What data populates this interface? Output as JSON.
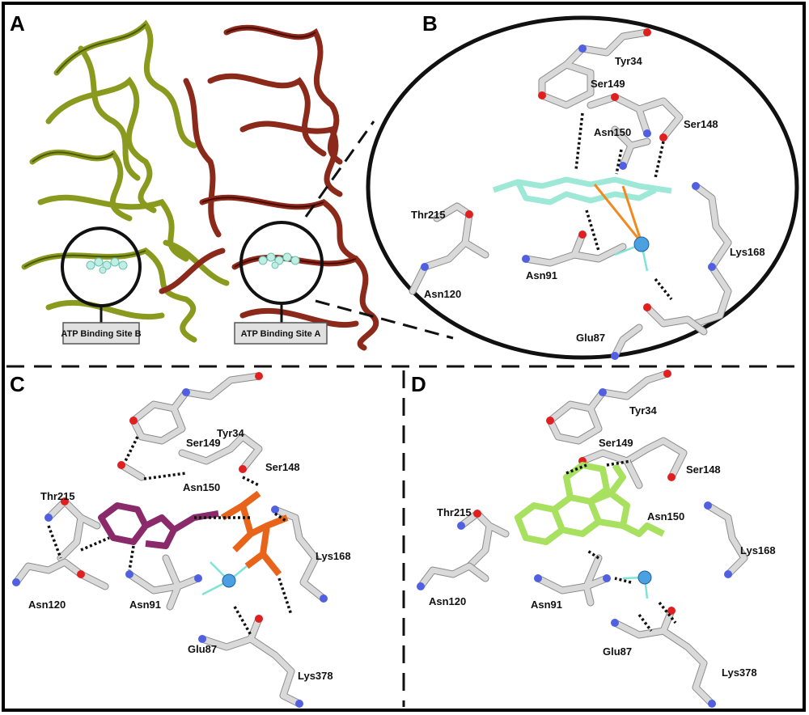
{
  "figure": {
    "panels": [
      {
        "id": "A",
        "letter": "A",
        "site_labels": [
          "ATP Binding Site B",
          "ATP Binding Site A"
        ]
      },
      {
        "id": "B",
        "letter": "B",
        "residues": [
          "Tyr34",
          "Ser149",
          "Ser148",
          "Asn150",
          "Thr215",
          "Lys168",
          "Asn91",
          "Asn120",
          "Glu87"
        ]
      },
      {
        "id": "C",
        "letter": "C",
        "residues": [
          "Tyr34",
          "Ser149",
          "Ser148",
          "Asn150",
          "Thr215",
          "Lys168",
          "Asn120",
          "Asn91",
          "Glu87",
          "Lys378"
        ]
      },
      {
        "id": "D",
        "letter": "D",
        "residues": [
          "Tyr34",
          "Ser149",
          "Ser148",
          "Thr215",
          "Asn150",
          "Lys168",
          "Asn120",
          "Asn91",
          "Glu87",
          "Lys378"
        ]
      }
    ],
    "colors": {
      "chain_b": "#8a9a1e",
      "chain_a": "#8b2a1a",
      "ligand_b": "#9ee8d8",
      "atp_adenine": "#8a2a6a",
      "atp_phosphate": "#e8641a",
      "ligand_d": "#a8e060",
      "metal_ion": "#4aa0e0",
      "carbon": "#d9d9d9",
      "oxygen": "#e02020",
      "nitrogen": "#5060e0"
    }
  }
}
